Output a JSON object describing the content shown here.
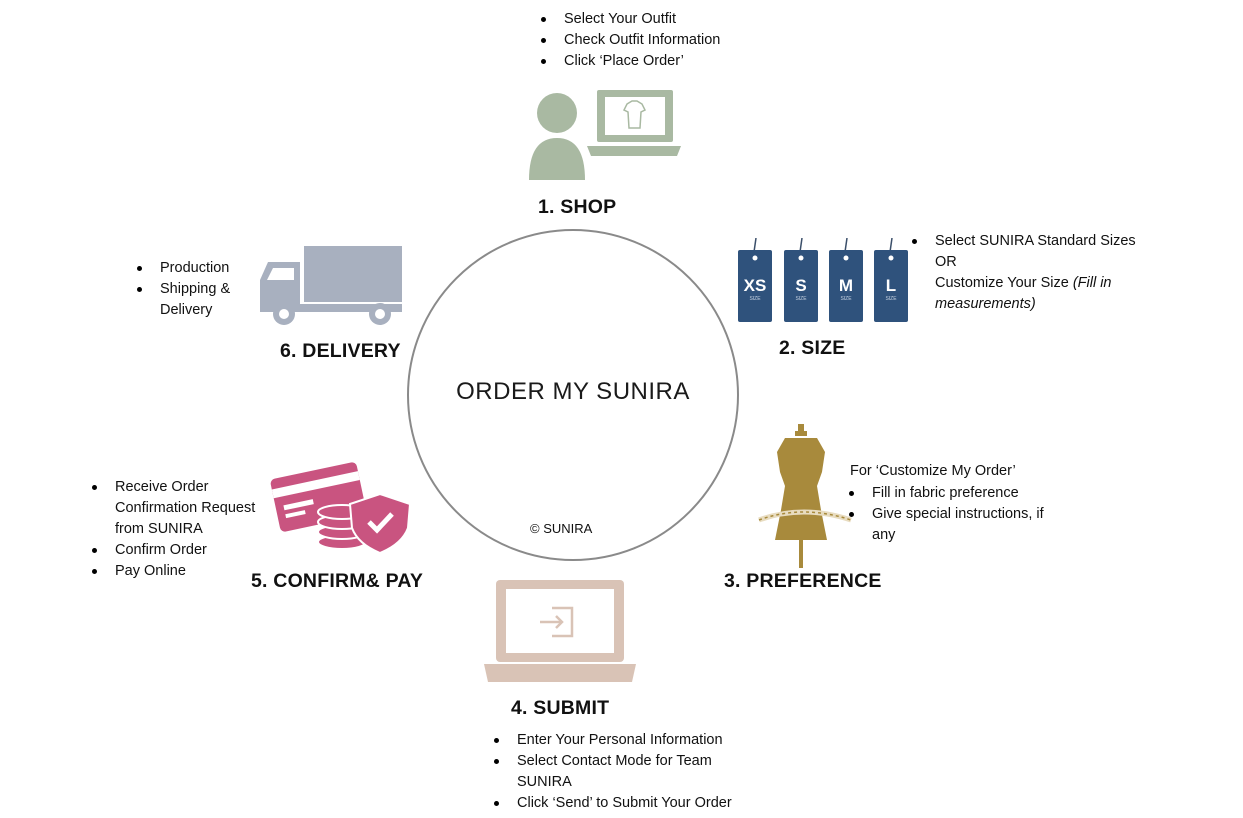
{
  "center": {
    "title": "ORDER MY SUNIRA",
    "copyright": "© SUNIRA"
  },
  "steps": {
    "shop": {
      "title": "1. SHOP",
      "bullets": [
        "Select Your Outfit",
        "Check Outfit Information",
        "Click ‘Place Order’"
      ]
    },
    "size": {
      "title": "2. SIZE",
      "tags": [
        "XS",
        "S",
        "M",
        "L"
      ],
      "tag_sub": "SIZE",
      "bullet": "Select SUNIRA Standard Sizes",
      "or": "OR",
      "customize": "Customize Your Size",
      "customize_note_1": "(Fill in",
      "customize_note_2": "measurements)"
    },
    "preference": {
      "title": "3. PREFERENCE",
      "intro": "For ‘Customize My Order’",
      "bullets": [
        "Fill in fabric preference",
        "Give special instructions, if any"
      ]
    },
    "submit": {
      "title": "4. SUBMIT",
      "bullets": [
        "Enter Your Personal Information",
        "Select Contact Mode for Team SUNIRA",
        "Click ‘Send’ to Submit Your Order"
      ]
    },
    "confirm": {
      "title": "5. CONFIRM& PAY",
      "bullets": [
        "Receive Order Confirmation Request from SUNIRA",
        "Confirm Order",
        "Pay Online"
      ]
    },
    "delivery": {
      "title": "6. DELIVERY",
      "bullets": [
        "Production",
        "Shipping & Delivery"
      ]
    }
  },
  "colors": {
    "shop_icon": "#a9b9a2",
    "size_tags": "#2f527c",
    "preference_icon": "#a88a3c",
    "submit_icon": "#d9c3b6",
    "confirm_icon": "#c95480",
    "delivery_icon": "#a8b0bf",
    "circle_border": "#8a8a8a"
  },
  "icons": [
    "user-computer-icon",
    "size-tags-icon",
    "dress-form-icon",
    "laptop-login-icon",
    "credit-card-shield-icon",
    "delivery-truck-icon"
  ]
}
